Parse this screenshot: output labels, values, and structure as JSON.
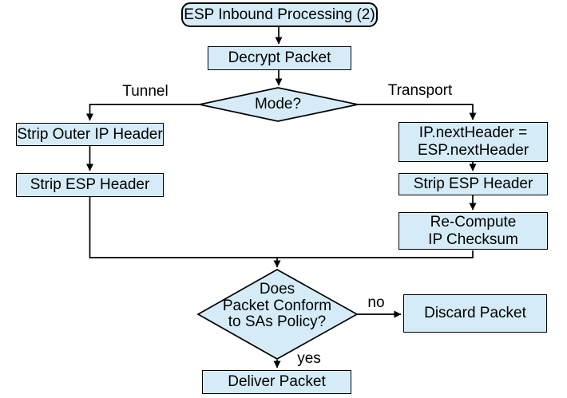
{
  "diagram": {
    "title": "ESP Inbound Processing (2)",
    "nodes": {
      "start": {
        "label": "ESP Inbound Processing (2)",
        "shape": "terminator"
      },
      "decrypt": {
        "label": "Decrypt Packet",
        "shape": "process"
      },
      "mode": {
        "label": "Mode?",
        "shape": "decision"
      },
      "strip_outer": {
        "label": "Strip Outer IP Header",
        "shape": "process"
      },
      "strip_esp_left": {
        "label": "Strip ESP Header",
        "shape": "process"
      },
      "ip_next": {
        "lines": [
          "IP.nextHeader =",
          "ESP.nextHeader"
        ],
        "shape": "process"
      },
      "strip_esp_right": {
        "label": "Strip ESP Header",
        "shape": "process"
      },
      "recompute": {
        "lines": [
          "Re-Compute",
          "IP Checksum"
        ],
        "shape": "process"
      },
      "policy": {
        "lines": [
          "Does",
          "Packet Conform",
          "to SAs Policy?"
        ],
        "shape": "decision"
      },
      "discard": {
        "label": "Discard Packet",
        "shape": "process"
      },
      "deliver": {
        "label": "Deliver Packet",
        "shape": "process"
      }
    },
    "edge_labels": {
      "tunnel": "Tunnel",
      "transport": "Transport",
      "no": "no",
      "yes": "yes"
    },
    "edges": [
      {
        "from": "start",
        "to": "decrypt"
      },
      {
        "from": "decrypt",
        "to": "mode"
      },
      {
        "from": "mode",
        "to": "strip_outer",
        "label": "Tunnel"
      },
      {
        "from": "mode",
        "to": "ip_next",
        "label": "Transport"
      },
      {
        "from": "strip_outer",
        "to": "strip_esp_left"
      },
      {
        "from": "ip_next",
        "to": "strip_esp_right"
      },
      {
        "from": "strip_esp_right",
        "to": "recompute"
      },
      {
        "from": "strip_esp_left",
        "to": "policy"
      },
      {
        "from": "recompute",
        "to": "policy"
      },
      {
        "from": "policy",
        "to": "discard",
        "label": "no"
      },
      {
        "from": "policy",
        "to": "deliver",
        "label": "yes"
      }
    ],
    "colors": {
      "node_fill": "#d5ecf8",
      "node_border": "#000000",
      "line_color": "#000000",
      "background": "#ffffff"
    }
  }
}
